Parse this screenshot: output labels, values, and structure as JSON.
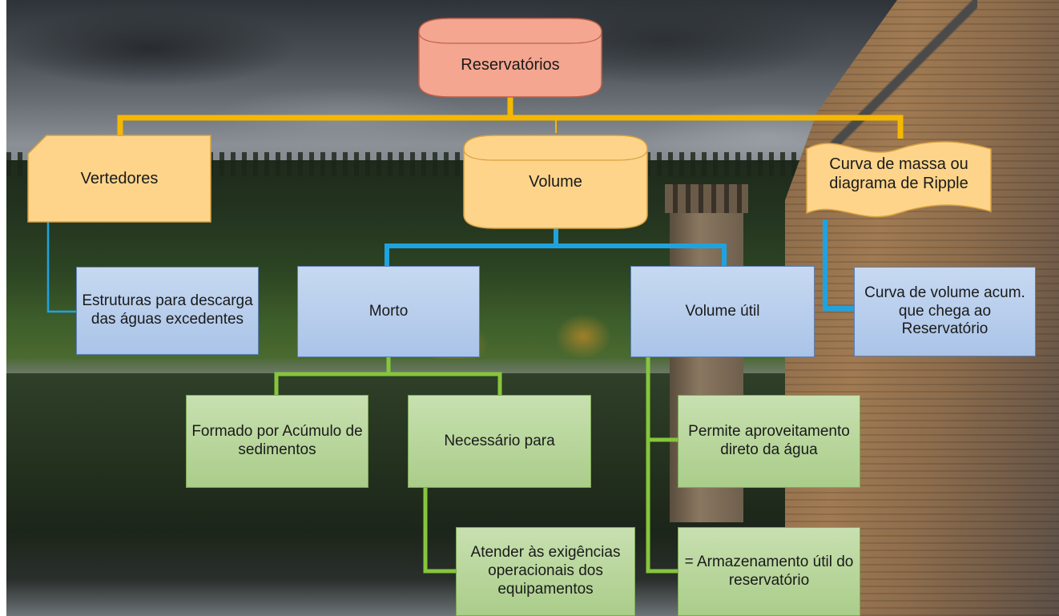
{
  "diagram": {
    "root": "Reservatórios",
    "level1": {
      "vertedores": "Vertedores",
      "volume": "Volume",
      "curva_massa": "Curva de massa ou diagrama de Ripple"
    },
    "level2": {
      "estruturas": "Estruturas para descarga das águas excedentes",
      "morto": "Morto",
      "volume_util": "Volume útil",
      "curva_volume": "Curva de volume acum. que chega ao Reservatório"
    },
    "level3": {
      "formado": "Formado por Acúmulo de sedimentos",
      "necessario": "Necessário para",
      "permite": "Permite aproveitamento direto da água",
      "atender": "Atender às exigências operacionais dos equipamentos",
      "armazenamento": "= Armazenamento útil do reservatório"
    },
    "colors": {
      "root_fill": "#f4a690",
      "level1_fill": "#fdd48a",
      "blue_fill": "#aac4e8",
      "green_fill": "#aacd8a",
      "connector_orange": "#f5b800",
      "connector_blue": "#1fa3e0",
      "connector_green": "#86c63c"
    }
  }
}
